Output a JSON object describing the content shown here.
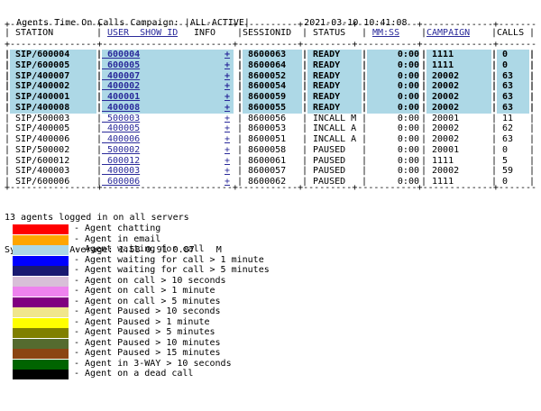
{
  "header": {
    "title": "Agents Time On Calls Campaign:",
    "campaign": "|ALL-ACTIVE|",
    "datetime": "2021-03-10 10:41:08"
  },
  "separator": "+----------------+------------------------+-----------+---------+-----------+-------------+---------+",
  "columns": {
    "station": "STATION",
    "user_show_id": "USER  SHOW ID",
    "info": "INFO",
    "sessionid": "SESSIONID",
    "status": "STATUS",
    "mmss": "MM:SS",
    "campaign": "CAMPAIGN",
    "calls": "CALLS"
  },
  "rows": [
    {
      "station": "SIP/600004",
      "user": "600004",
      "plus": "+",
      "session": "8600063",
      "status": "READY",
      "time": "0:00",
      "campaign": "1111",
      "calls": "0",
      "highlight": "#add8e6",
      "bold": true
    },
    {
      "station": "SIP/600005",
      "user": "600005",
      "plus": "+",
      "session": "8600064",
      "status": "READY",
      "time": "0:00",
      "campaign": "1111",
      "calls": "0",
      "highlight": "#add8e6",
      "bold": true
    },
    {
      "station": "SIP/400007",
      "user": "400007",
      "plus": "+",
      "session": "8600052",
      "status": "READY",
      "time": "0:00",
      "campaign": "20002",
      "calls": "63",
      "highlight": "#add8e6",
      "bold": true
    },
    {
      "station": "SIP/400002",
      "user": "400002",
      "plus": "+",
      "session": "8600054",
      "status": "READY",
      "time": "0:00",
      "campaign": "20002",
      "calls": "63",
      "highlight": "#add8e6",
      "bold": true
    },
    {
      "station": "SIP/400001",
      "user": "400001",
      "plus": "+",
      "session": "8600059",
      "status": "READY",
      "time": "0:00",
      "campaign": "20002",
      "calls": "63",
      "highlight": "#add8e6",
      "bold": true
    },
    {
      "station": "SIP/400008",
      "user": "400008",
      "plus": "+",
      "session": "8600055",
      "status": "READY",
      "time": "0:00",
      "campaign": "20002",
      "calls": "63",
      "highlight": "#add8e6",
      "bold": true
    },
    {
      "station": "SIP/500003",
      "user": "500003",
      "plus": "+",
      "session": "8600056",
      "status": "INCALL M",
      "time": "0:00",
      "campaign": "20001",
      "calls": "11",
      "highlight": "",
      "bold": false
    },
    {
      "station": "SIP/400005",
      "user": "400005",
      "plus": "+",
      "session": "8600053",
      "status": "INCALL A",
      "time": "0:00",
      "campaign": "20002",
      "calls": "62",
      "highlight": "",
      "bold": false
    },
    {
      "station": "SIP/400006",
      "user": "400006",
      "plus": "+",
      "session": "8600051",
      "status": "INCALL A",
      "time": "0:00",
      "campaign": "20002",
      "calls": "63",
      "highlight": "",
      "bold": false
    },
    {
      "station": "SIP/500002",
      "user": "500002",
      "plus": "+",
      "session": "8600058",
      "status": "PAUSED",
      "time": "0:00",
      "campaign": "20001",
      "calls": "0",
      "highlight": "",
      "bold": false
    },
    {
      "station": "SIP/600012",
      "user": "600012",
      "plus": "+",
      "session": "8600061",
      "status": "PAUSED",
      "time": "0:00",
      "campaign": "1111",
      "calls": "5",
      "highlight": "",
      "bold": false
    },
    {
      "station": "SIP/400003",
      "user": "400003",
      "plus": "+",
      "session": "8600057",
      "status": "PAUSED",
      "time": "0:00",
      "campaign": "20002",
      "calls": "59",
      "highlight": "",
      "bold": false
    },
    {
      "station": "SIP/600006",
      "user": "600006",
      "plus": "+",
      "session": "8600062",
      "status": "PAUSED",
      "time": "0:00",
      "campaign": "1111",
      "calls": "0",
      "highlight": "",
      "bold": false
    }
  ],
  "summary": {
    "agents": "13 agents logged in on all servers",
    "load": "System Load Average: 1.58 0.91 0.87    M"
  },
  "legend": [
    {
      "color": "#ff0000",
      "label": "- Agent chatting"
    },
    {
      "color": "#ffa500",
      "label": "- Agent in email"
    },
    {
      "color": "#add8e6",
      "label": "- Agent waiting for call"
    },
    {
      "color": "#0000ff",
      "label": "- Agent waiting for call > 1 minute"
    },
    {
      "color": "#191970",
      "label": "- Agent waiting for call > 5 minutes"
    },
    {
      "color": "#d8bfd8",
      "label": "- Agent on call > 10 seconds"
    },
    {
      "color": "#ee82ee",
      "label": "- Agent on call > 1 minute"
    },
    {
      "color": "#800080",
      "label": "- Agent on call > 5 minutes"
    },
    {
      "color": "#f0e68c",
      "label": "- Agent Paused > 10 seconds"
    },
    {
      "color": "#ffff00",
      "label": "- Agent Paused > 1 minute"
    },
    {
      "color": "#808000",
      "label": "- Agent Paused > 5 minutes"
    },
    {
      "color": "#556b2f",
      "label": "- Agent Paused > 10 minutes"
    },
    {
      "color": "#8b4513",
      "label": "- Agent Paused > 15 minutes"
    },
    {
      "color": "#006400",
      "label": "- Agent in 3-WAY > 10 seconds"
    },
    {
      "color": "#000000",
      "label": "- Agent on a dead call"
    }
  ]
}
